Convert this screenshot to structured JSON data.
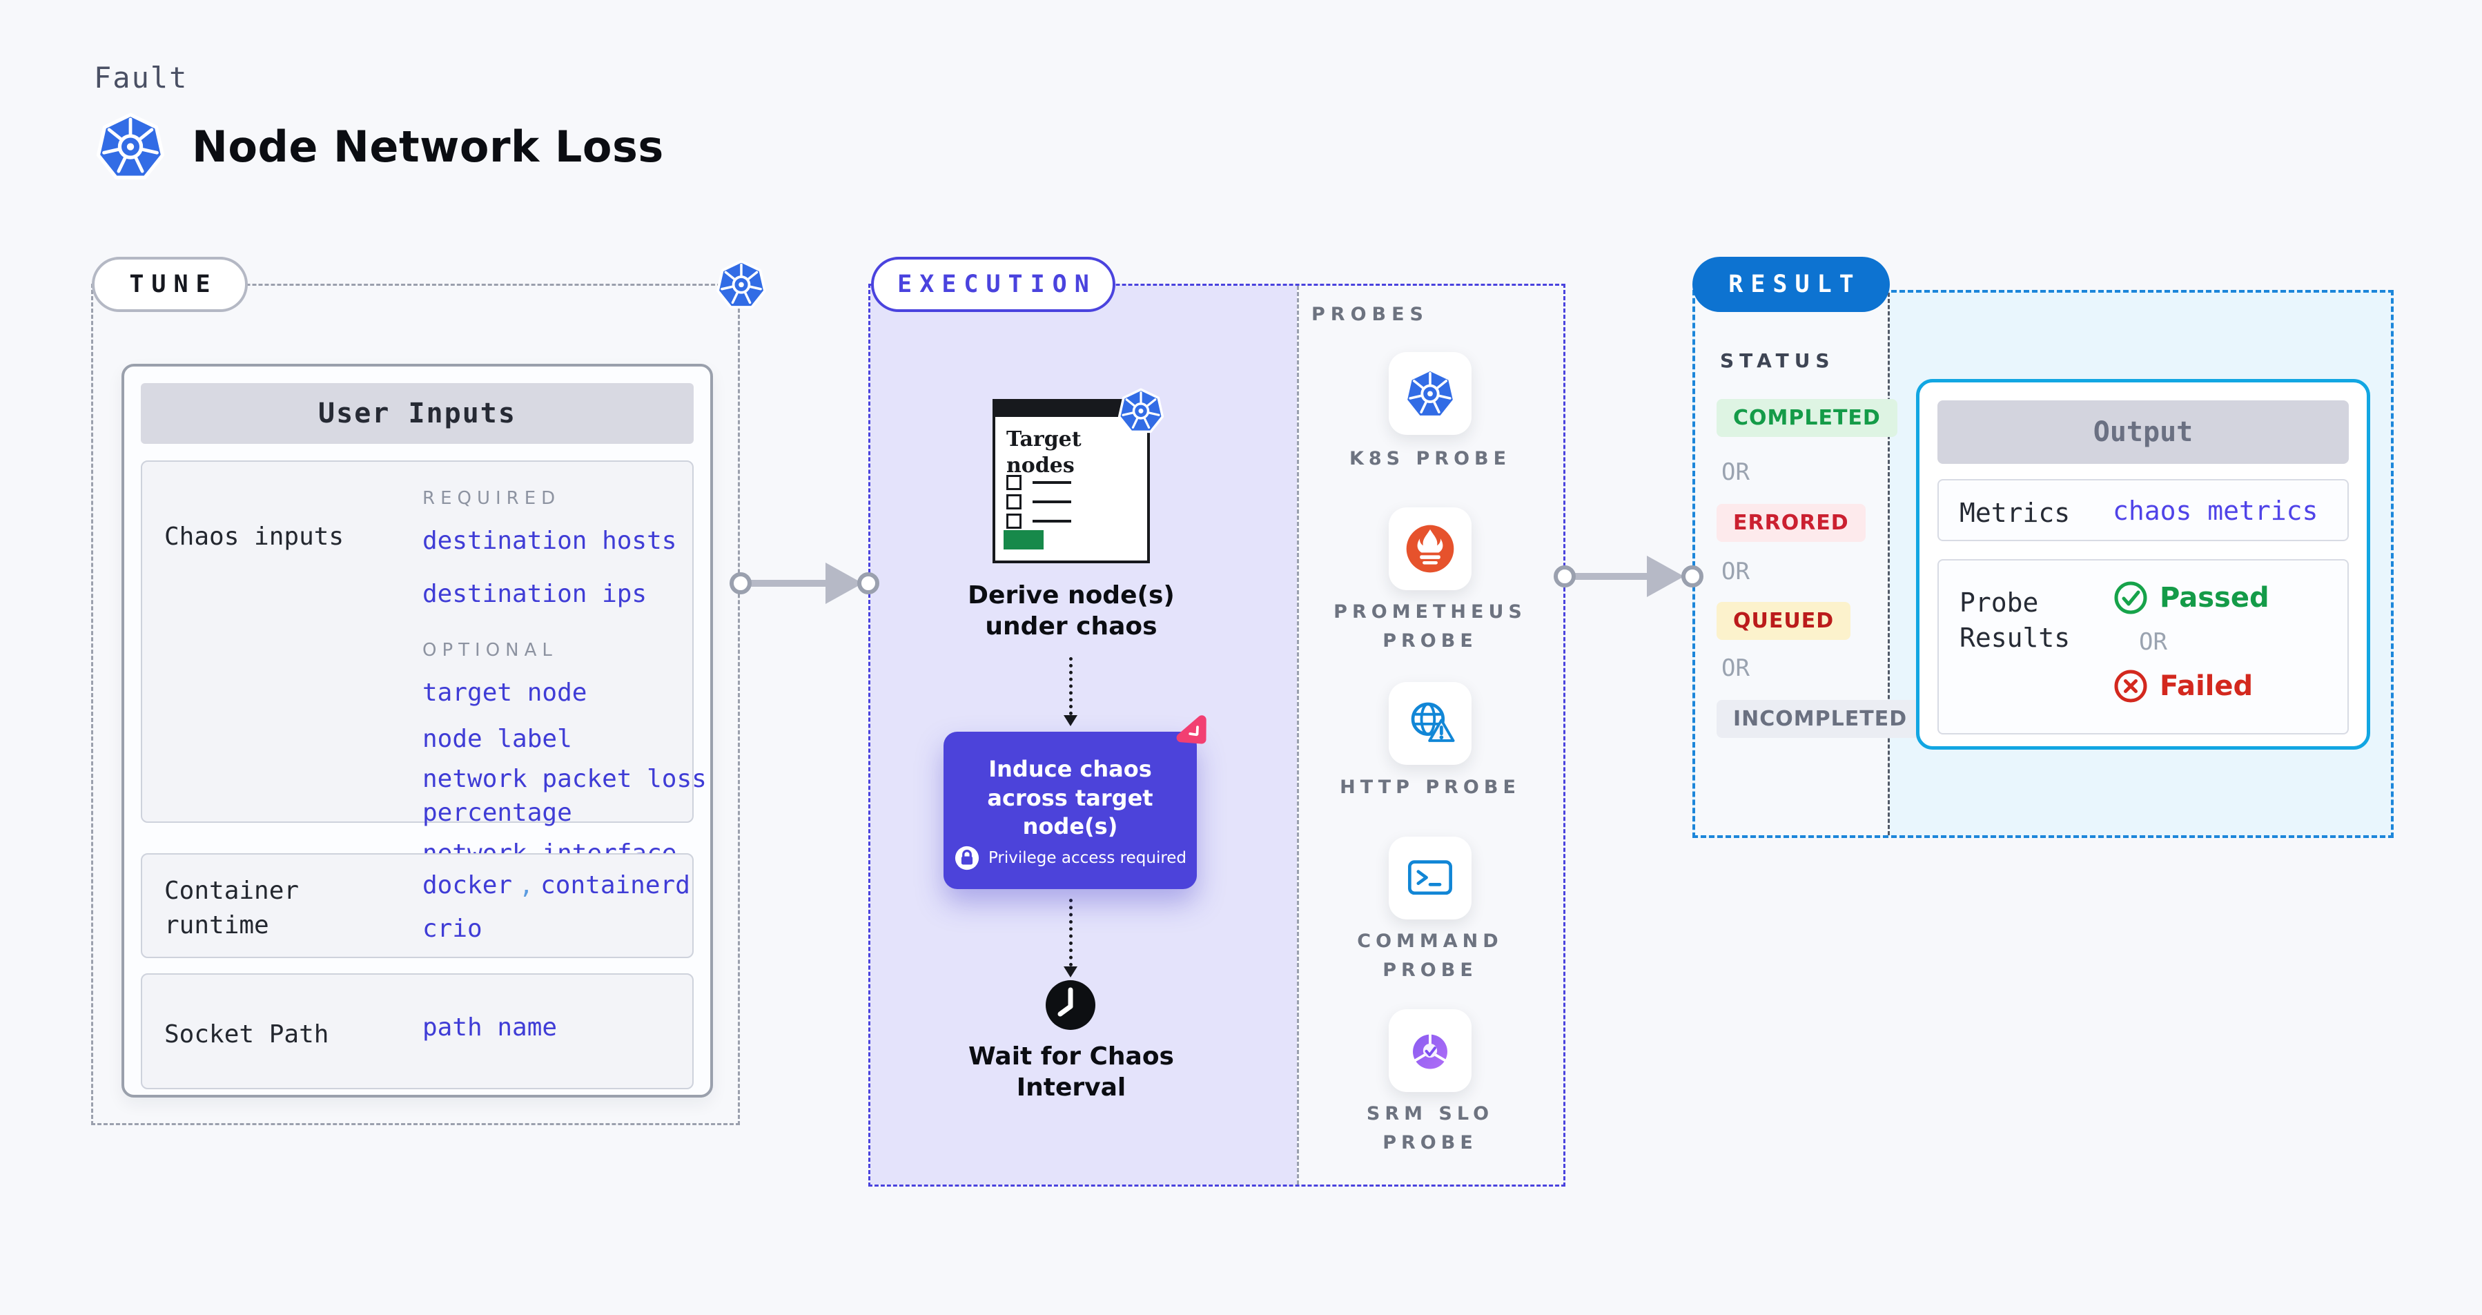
{
  "header": {
    "kicker": "Fault",
    "title": "Node Network Loss"
  },
  "tune": {
    "pill": "TUNE",
    "user_inputs_title": "User Inputs",
    "chaos_inputs_label": "Chaos inputs",
    "required_heading": "REQUIRED",
    "required_items": [
      "destination hosts",
      "destination ips"
    ],
    "optional_heading": "OPTIONAL",
    "optional_items": [
      "target node",
      "node label",
      "network packet loss percentage",
      "network interface"
    ],
    "container_runtime_label": "Container runtime",
    "container_runtime_values": [
      "docker",
      "containerd",
      "crio"
    ],
    "container_runtime_separator": ",",
    "socket_path_label": "Socket Path",
    "socket_path_value": "path name"
  },
  "execution": {
    "pill": "EXECUTION",
    "target_nodes_title": "Target nodes",
    "derive_step": "Derive node(s) under chaos",
    "induce_step": "Induce chaos across target node(s)",
    "privilege_badge": "Privilege access required",
    "wait_step": "Wait for Chaos Interval"
  },
  "probes": {
    "heading": "PROBES",
    "items": [
      {
        "label": "K8S PROBE",
        "icon": "kubernetes-icon"
      },
      {
        "label": "PROMETHEUS PROBE",
        "icon": "prometheus-icon"
      },
      {
        "label": "HTTP PROBE",
        "icon": "http-probe-icon"
      },
      {
        "label": "COMMAND PROBE",
        "icon": "command-probe-icon"
      },
      {
        "label": "SRM SLO PROBE",
        "icon": "srm-slo-probe-icon"
      }
    ]
  },
  "result": {
    "pill": "RESULT",
    "status_heading": "STATUS",
    "statuses": [
      "COMPLETED",
      "ERRORED",
      "QUEUED",
      "INCOMPLETED"
    ],
    "or_label": "OR",
    "output": {
      "title": "Output",
      "metrics_label": "Metrics",
      "metrics_value": "chaos metrics",
      "probe_results_label": "Probe Results",
      "passed_label": "Passed",
      "failed_label": "Failed"
    }
  },
  "colors": {
    "accent_indigo": "#4a43de",
    "link_indigo": "#3f3cd6",
    "kubernetes_blue": "#326ce5",
    "execution_bg": "#e4e3fb",
    "result_blue": "#0d73d1",
    "result_border": "#1c86da",
    "output_cyan": "#12a6e2",
    "output_bg": "#e9f6fd",
    "completed_green": "#149b48",
    "errored_red": "#cb2030",
    "queued_red": "#bb1b1b",
    "incompleted_gray": "#6a7080",
    "passed_green": "#149b48",
    "failed_red": "#d3281e",
    "litmus_pink": "#f23f72",
    "target_green": "#17894a",
    "prometheus_orange": "#e6522c",
    "probe_icon_blue": "#1186d6"
  }
}
